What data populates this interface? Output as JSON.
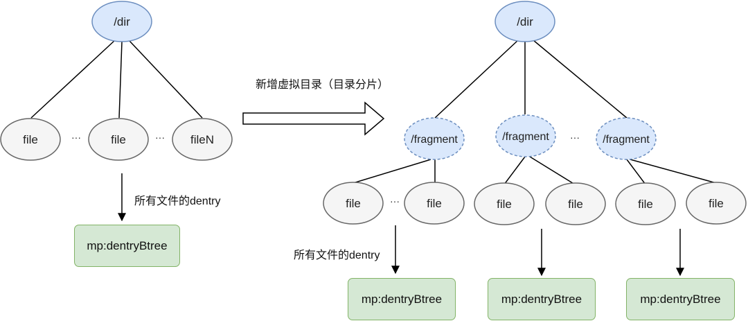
{
  "left_tree": {
    "root": "/dir",
    "children": [
      "file",
      "file",
      "fileN"
    ],
    "ellipses": [
      "···",
      "···"
    ],
    "note": "所有文件的dentry",
    "store": "mp:dentryBtree"
  },
  "transition_label": "新增虚拟目录（目录分片）",
  "right_tree": {
    "root": "/dir",
    "fragments": [
      "/fragment",
      "/fragment",
      "/fragment"
    ],
    "fragment_ellipsis": "···",
    "files": [
      "file",
      "file",
      "file",
      "file",
      "file",
      "file"
    ],
    "file_ellipsis": "···",
    "note": "所有文件的dentry",
    "stores": [
      "mp:dentryBtree",
      "mp:dentryBtree",
      "mp:dentryBtree"
    ]
  },
  "colors": {
    "root_fill": "#dae8fc",
    "root_stroke": "#6c8ebf",
    "file_fill": "#f5f5f5",
    "file_stroke": "#666666",
    "store_fill": "#d5e8d4",
    "store_stroke": "#82b366"
  }
}
